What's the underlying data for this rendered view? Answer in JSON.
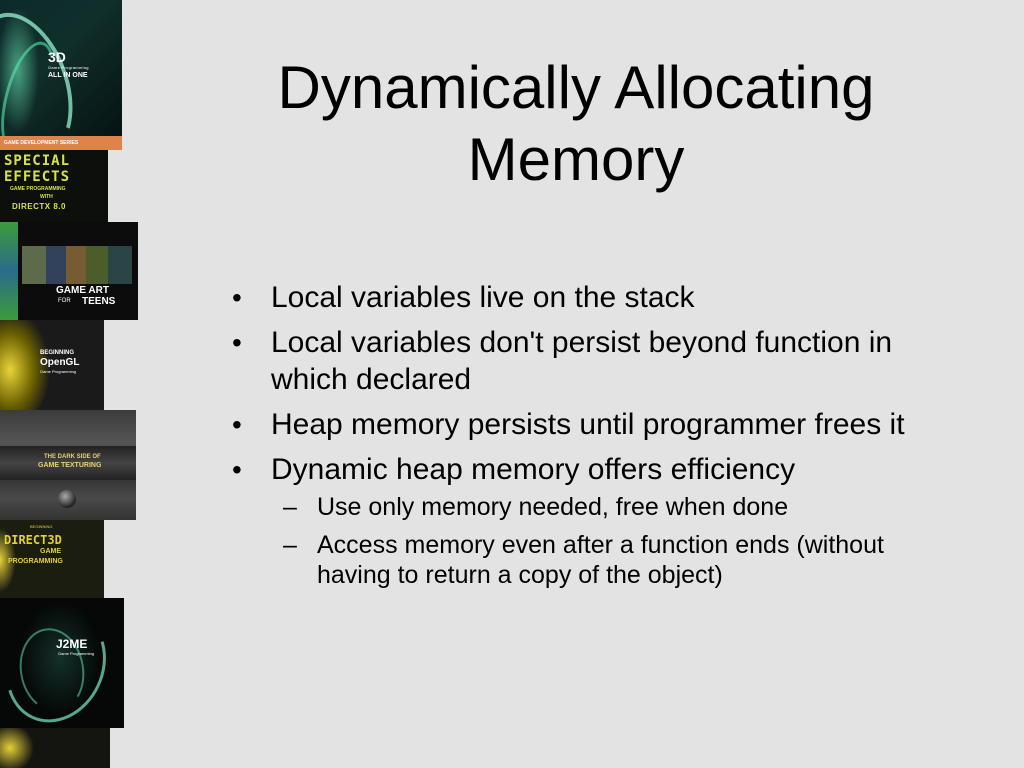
{
  "slide": {
    "title_lines": [
      "Dynamically Allocating",
      "Memory"
    ],
    "bullets": [
      {
        "text": "Local variables live on the stack"
      },
      {
        "text": "Local variables don't persist beyond function in which declared"
      },
      {
        "text": "Heap memory persists until programmer frees it"
      },
      {
        "text": "Dynamic heap memory offers efficiency",
        "sub": [
          "Use only memory needed, free when done",
          "Access memory even after a function ends (without having to return a copy of the object)"
        ]
      }
    ],
    "bullet_glyph": "•",
    "sub_glyph": "–"
  },
  "covers": {
    "c1": {
      "title": "3D",
      "subtitle": "Game Programming",
      "title2": "ALL IN ONE",
      "band": "GAME DEVELOPMENT SERIES"
    },
    "c2": {
      "line1": "SPECIAL",
      "line2": "EFFECTS",
      "line3": "GAME PROGRAMMING",
      "line4": "WITH",
      "line5": "DIRECTX 8.0"
    },
    "c3": {
      "line1": "GAME ART",
      "line2": "FOR",
      "line3": "TEENS"
    },
    "c4": {
      "line1": "BEGINNING",
      "line2": "OpenGL",
      "line3": "Game Programming"
    },
    "c5": {
      "line1": "THE DARK SIDE OF",
      "line2": "GAME TEXTURING"
    },
    "c6": {
      "line0": "BEGINNING",
      "line1": "DIRECT3D",
      "line2": "GAME",
      "line3": "PROGRAMMING"
    },
    "c7": {
      "line1": "J2ME",
      "line2": "Game Programming"
    }
  }
}
